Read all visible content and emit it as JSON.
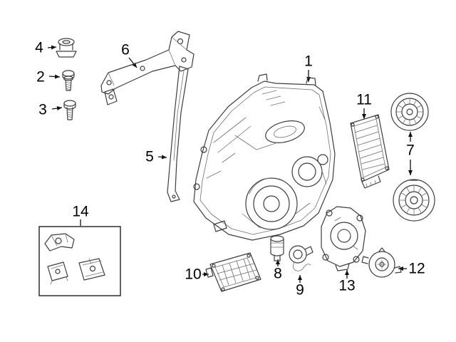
{
  "diagram": {
    "parts": [
      "1",
      "2",
      "3",
      "4",
      "5",
      "6",
      "7",
      "8",
      "9",
      "10",
      "11",
      "12",
      "13",
      "14"
    ],
    "colors": {
      "background": "#ffffff",
      "line": "#3d3d3d",
      "label": "#000000"
    }
  }
}
